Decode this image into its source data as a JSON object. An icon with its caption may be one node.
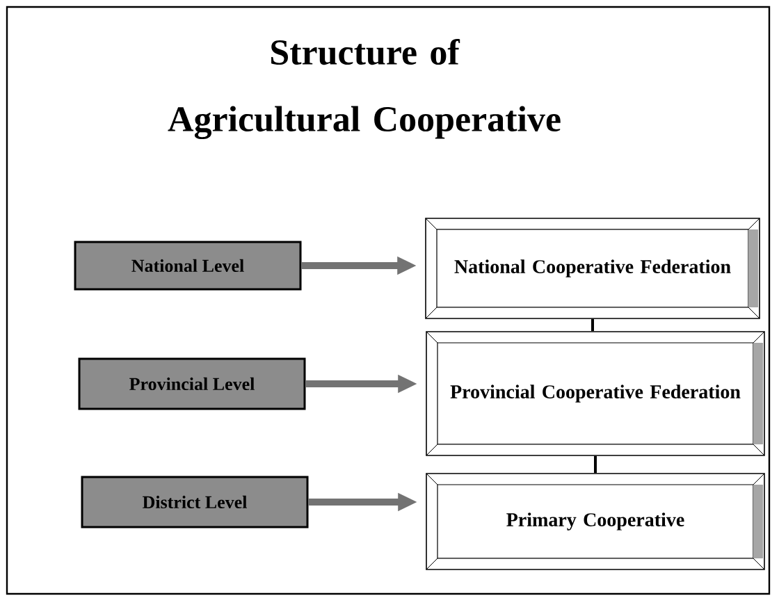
{
  "diagram": {
    "title": "Structure of Agricultural Cooperative",
    "nodes": [
      {
        "text": [
          "National Level"
        ]
      },
      {
        "text": [
          "National Cooperative Federation"
        ]
      },
      {
        "text": [
          "Provincial Level"
        ]
      },
      {
        "text": [
          "Provincial Cooperative Federation"
        ]
      },
      {
        "text": [
          "District Level"
        ]
      },
      {
        "text": [
          "Primary Cooperative"
        ]
      }
    ],
    "edges": [
      {
        "from": 0,
        "to": 1,
        "arrow": "to"
      },
      {
        "from": 2,
        "to": 3,
        "arrow": "to"
      },
      {
        "from": 4,
        "to": 5,
        "arrow": "to"
      },
      {
        "from": 1,
        "to": 3,
        "arrow": "none",
        "color": "#000000"
      },
      {
        "from": 3,
        "to": 5,
        "arrow": "none",
        "color": "#000000"
      }
    ]
  }
}
